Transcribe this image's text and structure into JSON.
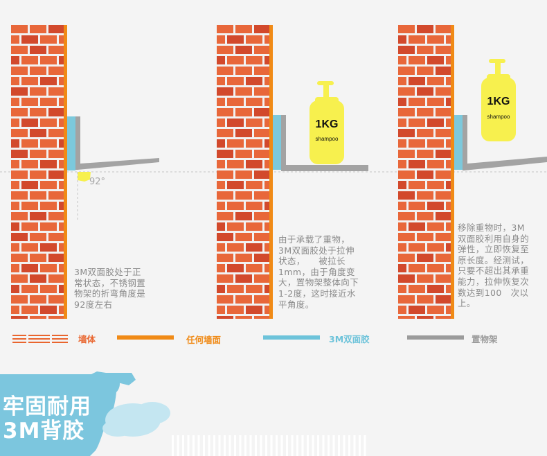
{
  "colors": {
    "background": "#f4f4f4",
    "brick": "#e8673a",
    "brick_dark": "#d2492c",
    "mortar": "#f2f2f2",
    "wall_surface": "#f08a16",
    "tape": "#7cc9dc",
    "rack": "#9e9e9e",
    "bottle": "#f7f04e",
    "dashed_line": "#bdbdbd",
    "legend_wall": "#e9652e",
    "legend_surface": "#f08a16",
    "legend_tape": "#6dc3da",
    "legend_rack": "#9b9b9b",
    "title_blue": "#7cc6de"
  },
  "panel1": {
    "angle_label": "92°",
    "text": "3M双面胶处于正\n常状态，不锈钢置\n物架的折弯角度是\n92度左右"
  },
  "panel2": {
    "bottle_weight": "1KG",
    "bottle_brand": "shampoo",
    "text": "由于承载了重物，\n3M双面胶处于拉伸\n状态，　　被拉长\n1mm，由于角度变\n大，置物架整体向下\n1-2度，这时接近水\n平角度。"
  },
  "panel3": {
    "bottle_weight": "1KG",
    "bottle_brand": "shampoo",
    "text": "移除重物时，3M\n双面胶利用自身的\n弹性，立即恢复至\n原长度。经测试，\n只要不超出其承重\n能力，拉伸恢复次\n数达到100　次以\n上。"
  },
  "legend": {
    "wall": "墙体",
    "surface": "任何墙面",
    "tape": "3M双面胶",
    "rack": "置物架"
  },
  "title": {
    "line1": "牢固耐用",
    "line2": "3M背胶"
  }
}
